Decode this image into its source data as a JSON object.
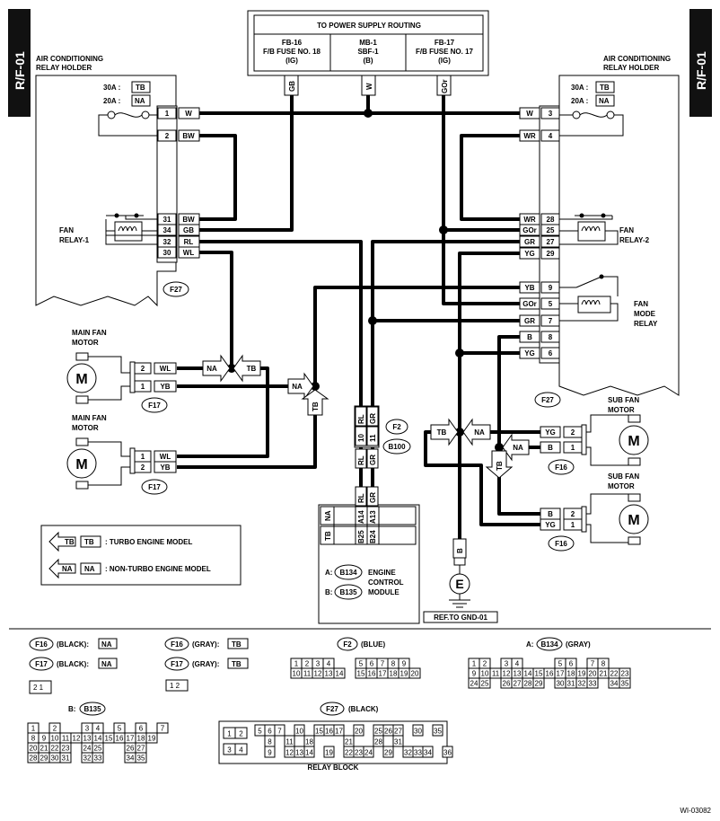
{
  "side_tabs": {
    "left": "R/F-01",
    "right": "R/F-01"
  },
  "power_routing": {
    "title": "TO POWER SUPPLY ROUTING",
    "cols": [
      {
        "l1": "FB-16",
        "l2": "F/B FUSE NO. 18",
        "l3": "(IG)"
      },
      {
        "l1": "MB-1",
        "l2": "SBF-1",
        "l3": "(B)"
      },
      {
        "l1": "FB-17",
        "l2": "F/B FUSE NO. 17",
        "l3": "(IG)"
      }
    ]
  },
  "wire_tags": {
    "gb": "GB",
    "w": "W",
    "gor": "GOr"
  },
  "relay_holder": {
    "l1": "AIR CONDITIONING",
    "l2": "RELAY HOLDER",
    "fuse30": "30A :",
    "fuse20": "20A :",
    "tb": "TB",
    "na": "NA"
  },
  "fan_relay_1": {
    "l1": "FAN",
    "l2": "RELAY-1"
  },
  "fan_relay_2": {
    "l1": "FAN",
    "l2": "RELAY-2"
  },
  "fan_mode_relay": {
    "l1": "FAN",
    "l2": "MODE",
    "l3": "RELAY"
  },
  "left_pins": [
    {
      "num": "1",
      "color": "W"
    },
    {
      "num": "2",
      "color": "BW"
    },
    {
      "num": "31",
      "color": "BW"
    },
    {
      "num": "34",
      "color": "GB"
    },
    {
      "num": "32",
      "color": "RL"
    },
    {
      "num": "30",
      "color": "WL"
    }
  ],
  "right_pins": [
    {
      "color": "W",
      "num": "3"
    },
    {
      "color": "WR",
      "num": "4"
    },
    {
      "color": "WR",
      "num": "28"
    },
    {
      "color": "GOr",
      "num": "25"
    },
    {
      "color": "GR",
      "num": "27"
    },
    {
      "color": "YG",
      "num": "29"
    },
    {
      "color": "YB",
      "num": "9"
    },
    {
      "color": "GOr",
      "num": "5"
    },
    {
      "color": "GR",
      "num": "7"
    },
    {
      "color": "B",
      "num": "8"
    },
    {
      "color": "YG",
      "num": "6"
    }
  ],
  "conn": {
    "f27": "F27",
    "f17": "F17",
    "f16": "F16",
    "f2": "F2",
    "b100": "B100"
  },
  "main_fan_motor": {
    "l1": "MAIN FAN",
    "l2": "MOTOR",
    "m": "M"
  },
  "main_motor_1_pins": [
    {
      "num": "2",
      "color": "WL"
    },
    {
      "num": "1",
      "color": "YB"
    }
  ],
  "main_motor_2_pins": [
    {
      "num": "1",
      "color": "WL"
    },
    {
      "num": "2",
      "color": "YB"
    }
  ],
  "sub_fan_motor": {
    "l1": "SUB FAN",
    "l2": "MOTOR",
    "m": "M"
  },
  "sub_motor_1_pins": [
    {
      "color": "YG",
      "num": "2"
    },
    {
      "color": "B",
      "num": "1"
    }
  ],
  "sub_motor_2_pins": [
    {
      "color": "B",
      "num": "2"
    },
    {
      "color": "YG",
      "num": "1"
    }
  ],
  "arrows": {
    "na": "NA",
    "tb": "TB"
  },
  "f2_pins": {
    "rl": "RL",
    "gr": "GR",
    "p10": "10",
    "p11": "11"
  },
  "ecm": {
    "na": "NA",
    "tb": "TB",
    "a14": "A14",
    "a13": "A13",
    "b25": "B25",
    "b24": "B24",
    "legend_a": "A:",
    "legend_b": "B:",
    "b134": "B134",
    "b135": "B135",
    "l1": "ENGINE",
    "l2": "CONTROL",
    "l3": "MODULE"
  },
  "ground": {
    "wire": "B",
    "e": "E",
    "ref": "REF.TO GND-01"
  },
  "legend": {
    "tb_text": ": TURBO ENGINE MODEL",
    "na_text": ": NON-TURBO ENGINE MODEL",
    "tb": "TB",
    "na": "NA"
  },
  "conn_table": {
    "f16_black": "(BLACK):",
    "f17_black": "(BLACK):",
    "f16_gray": "(GRAY):",
    "f17_gray": "(GRAY):",
    "f16": "F16",
    "f17": "F17",
    "na": "NA",
    "tb": "TB",
    "f2": "F2",
    "f2_color": "(BLUE)",
    "b134_prefix": "A:",
    "b134": "B134",
    "b134_color": "(GRAY)",
    "b135_prefix": "B:",
    "b135": "B135",
    "f27": "F27",
    "f27_color": "(BLACK)",
    "relay_block": "RELAY BLOCK",
    "pin_21": "2 1",
    "pin_12": "1 2"
  },
  "f2_grid": {
    "row1": [
      "1",
      "2",
      "3",
      "4",
      "",
      "",
      "5",
      "6",
      "7",
      "8",
      "9"
    ],
    "row2": [
      "10",
      "11",
      "12",
      "13",
      "14",
      "",
      "15",
      "16",
      "17",
      "18",
      "19",
      "20"
    ]
  },
  "b134_grid": {
    "row1": [
      "1",
      "2",
      "",
      "3",
      "4",
      "",
      "",
      "",
      "5",
      "6",
      "",
      "7",
      "8"
    ],
    "row2": [
      "9",
      "10",
      "11",
      "12",
      "13",
      "14",
      "15",
      "16",
      "17",
      "18",
      "19",
      "20",
      "21",
      "22",
      "23"
    ],
    "row3": [
      "24",
      "25",
      "",
      "26",
      "27",
      "28",
      "29",
      "",
      "30",
      "31",
      "32",
      "33",
      "",
      "34",
      "35"
    ]
  },
  "b135_grid": {
    "row1": [
      "1",
      "",
      "2",
      "",
      "",
      "3",
      "4",
      "",
      "5",
      "",
      "6",
      "",
      "7"
    ],
    "row2": [
      "8",
      "9",
      "10",
      "11",
      "12",
      "13",
      "14",
      "15",
      "16",
      "17",
      "18",
      "19"
    ],
    "row3": [
      "20",
      "21",
      "22",
      "23",
      "",
      "24",
      "25",
      "",
      "",
      "26",
      "27"
    ],
    "row4": [
      "28",
      "29",
      "30",
      "31",
      "",
      "32",
      "33",
      "",
      "",
      "34",
      "35"
    ]
  },
  "f27_grid": {
    "c1": [
      "1",
      "2"
    ],
    "c2": [
      "3",
      "4"
    ],
    "row1": [
      "5",
      "6",
      "7",
      "",
      "10",
      "",
      "15",
      "16",
      "17",
      "",
      "20",
      "",
      "25",
      "26",
      "27",
      "",
      "30",
      "",
      "35"
    ],
    "row2": [
      "",
      "8",
      "",
      "11",
      "",
      "18",
      "",
      "",
      "",
      "21",
      "",
      "",
      "28",
      "",
      "31"
    ],
    "row3": [
      "",
      "9",
      "",
      "12",
      "13",
      "14",
      "",
      "19",
      "",
      "22",
      "23",
      "24",
      "",
      "29",
      "",
      "32",
      "33",
      "34",
      "",
      "36"
    ]
  },
  "footer": {
    "code": "WI-03082"
  }
}
